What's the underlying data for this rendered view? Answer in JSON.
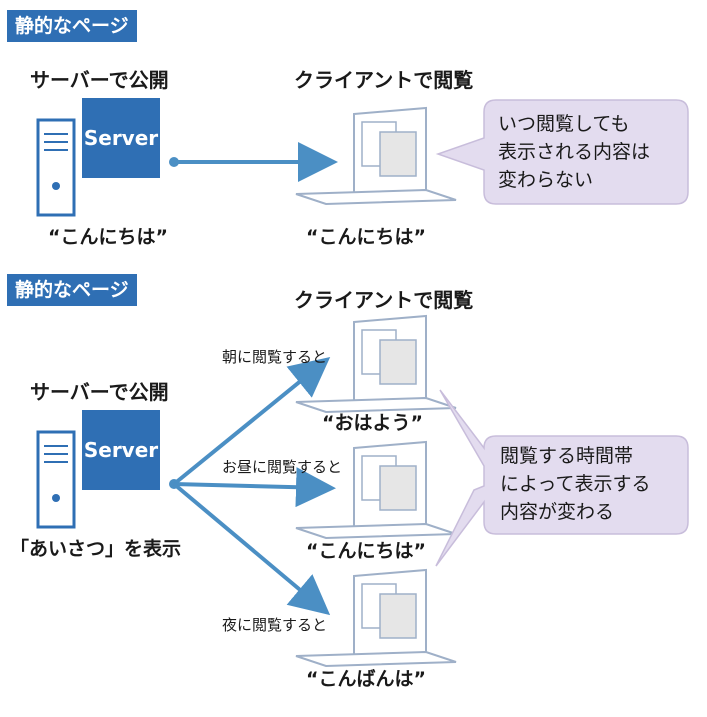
{
  "top": {
    "label": "静的なページ",
    "server_heading": "サーバーで公開",
    "client_heading": "クライアントで閲覧",
    "server_badge": "Server",
    "server_caption": "“こんにちは”",
    "client_caption": "“こんにちは”",
    "bubble_lines": [
      "いつ閲覧しても",
      "表示される内容は",
      "変わらない"
    ]
  },
  "bottom": {
    "label": "静的なページ",
    "server_heading": "サーバーで公開",
    "client_heading": "クライアントで閲覧",
    "server_badge": "Server",
    "server_caption": "「あいさつ」を表示",
    "clients": [
      {
        "time_label": "朝に閲覧すると",
        "caption": "“おはよう”"
      },
      {
        "time_label": "お昼に閲覧すると",
        "caption": "“こんにちは”"
      },
      {
        "time_label": "夜に閲覧すると",
        "caption": "“こんばんは”"
      }
    ],
    "bubble_lines": [
      "閲覧する時間帯",
      "によって表示する",
      "内容が変わる"
    ]
  },
  "colors": {
    "label_bg": "#2f6fb4",
    "server_blue": "#2f6fb4",
    "arrow": "#4b8fc4",
    "bubble_fill": "#e3dcef",
    "bubble_stroke": "#c8bddb",
    "laptop_stroke": "#9fb0c8"
  },
  "icons": [
    "server-icon",
    "laptop-icon"
  ]
}
